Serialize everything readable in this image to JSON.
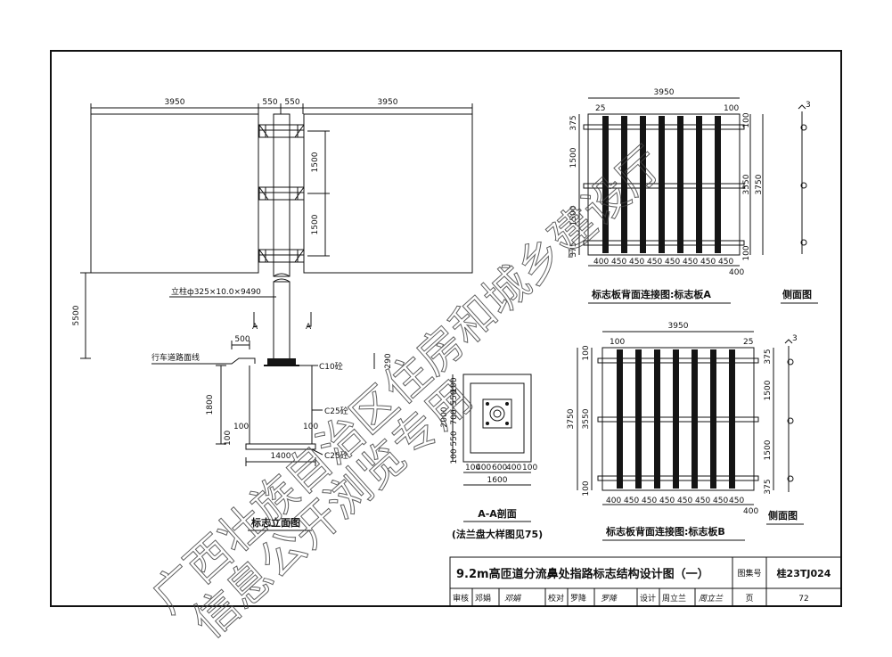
{
  "elevation": {
    "dim_left": "3950",
    "dim_gap1": "550",
    "dim_gap2": "550",
    "dim_right": "3950",
    "dim_v1": "1500",
    "dim_v2": "1500",
    "dim_total_h": "5500",
    "dim_500": "500",
    "dim_290": "290",
    "dim_1800": "1800",
    "dim_100a": "100",
    "dim_100b": "100",
    "dim_100c": "100",
    "dim_1400": "1400",
    "column_spec": "立柱ф325×10.0×9490",
    "road_label": "行车道路面线",
    "c10": "C10砼",
    "c25a": "C25砼",
    "c25b": "C25砼",
    "section_mark_l": "A",
    "section_mark_r": "A",
    "caption": "标志立面图"
  },
  "section": {
    "v_dims": [
      "2000",
      "100",
      "550",
      "700",
      "550",
      "100"
    ],
    "h_dims": [
      "100",
      "400",
      "600",
      "400",
      "100"
    ],
    "total": "1600",
    "caption_1": "A-A剖面",
    "caption_2": "(法兰盘大样图见75)"
  },
  "board_a": {
    "top_total": "3950",
    "top_25": "25",
    "top_100": "100",
    "left_375a": "375",
    "left_1500a": "1500",
    "left_1500b": "1500",
    "left_375b": "375",
    "right_100a": "100",
    "right_3550": "3550",
    "right_3750": "3750",
    "right_100b": "100",
    "bottom_dims": [
      "400",
      "450",
      "450",
      "450",
      "450",
      "450",
      "450",
      "450",
      "400"
    ],
    "caption": "标志板背面连接图:标志板A",
    "side_caption": "侧面图",
    "side_3": "3"
  },
  "board_b": {
    "top_total": "3950",
    "top_100": "100",
    "top_25": "25",
    "left_3750": "3750",
    "left_3550": "3550",
    "left_100a": "100",
    "left_100b": "100",
    "right_375a": "375",
    "right_1500a": "1500",
    "right_1500b": "1500",
    "right_375b": "375",
    "bottom_dims": [
      "400",
      "450",
      "450",
      "450",
      "450",
      "450",
      "450",
      "450",
      "400"
    ],
    "caption": "标志板背面连接图:标志板B",
    "side_caption": "侧面图",
    "side_3": "3"
  },
  "title_block": {
    "title": "9.2m高匝道分流鼻处指路标志结构设计图（一）",
    "atlas_label": "图集号",
    "atlas_no": "桂23TJ024",
    "review_label": "审核",
    "review_name": "邓娟",
    "review_sign": "邓娟",
    "check_label": "校对",
    "check_name": "罗降",
    "check_sign": "罗降",
    "design_label": "设计",
    "design_name": "周立兰",
    "design_sign": "周立兰",
    "page_label": "页",
    "page_no": "72"
  },
  "watermark": {
    "line1": "广西壮族自治区住房和城乡建设厅",
    "line2": "信息公开浏览专用"
  }
}
